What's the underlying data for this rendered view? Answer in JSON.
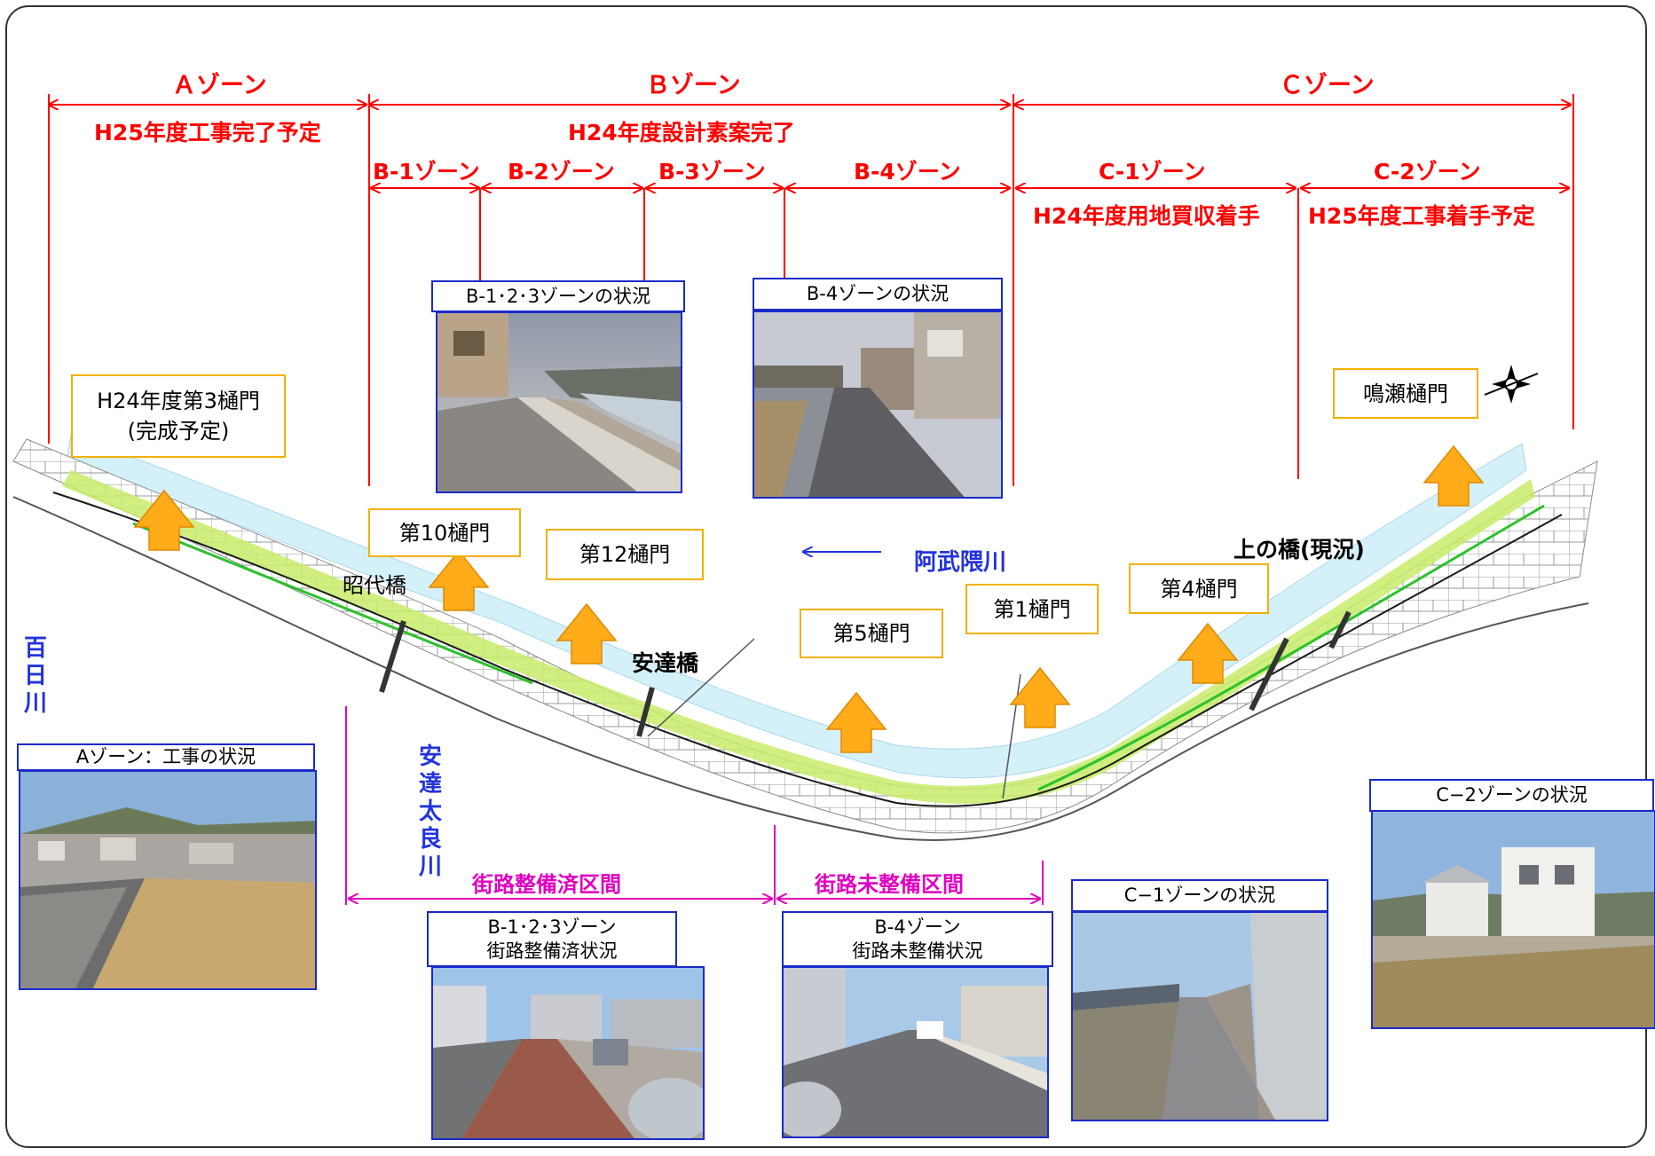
{
  "zones": {
    "a": {
      "title": "Ａゾーン",
      "status": "H25年度工事完了予定"
    },
    "b": {
      "title": "Ｂゾーン",
      "status": "H24年度設計素案完了"
    },
    "c": {
      "title": "Ｃゾーン"
    },
    "b1": {
      "title": "B-1ゾーン"
    },
    "b2": {
      "title": "B-2ゾーン"
    },
    "b3": {
      "title": "B-3ゾーン"
    },
    "b4": {
      "title": "B-4ゾーン"
    },
    "c1": {
      "title": "C-1ゾーン",
      "status": "H24年度用地買収着手"
    },
    "c2": {
      "title": "C-2ゾーン",
      "status": "H25年度工事着手予定"
    }
  },
  "gates": {
    "gate3": {
      "line1": "H24年度第3樋門",
      "line2": "(完成予定)"
    },
    "gate10": "第10樋門",
    "gate12": "第12樋門",
    "gate5": "第5樋門",
    "gate1": "第1樋門",
    "gate4": "第4樋門",
    "naruse": "鳴瀬樋門"
  },
  "places": {
    "showa_bridge": "昭代橋",
    "adachi_bridge": "安達橋",
    "uenohashi": "上の橋(現況)",
    "abukuma": "阿武隈川",
    "momoka": "百日川",
    "adatara": "安達太良川"
  },
  "streets": {
    "done": "街路整備済区間",
    "undone": "街路未整備区間"
  },
  "photos": {
    "b123": "B-1･2･3ゾーンの状況",
    "b4": "B-4ゾーンの状況",
    "a": "Aゾーン：工事の状況",
    "b123_street_1": "B-1･2･3ゾーン",
    "b123_street_2": "街路整備済状況",
    "b4_street_1": "B-4ゾーン",
    "b4_street_2": "街路未整備状況",
    "c1": "C−1ゾーンの状況",
    "c2": "C−2ゾーンの状況"
  },
  "colors": {
    "zone_red": "#ff0000",
    "river_blue": "#2233dd",
    "street_magenta": "#e000c0",
    "gate_box": "#f2b000",
    "photo_border": "#1a2bc8",
    "river_water": "#d4f1fa",
    "levee_green": "#c8ec6a",
    "arrow_orange": "#ffab1a"
  }
}
